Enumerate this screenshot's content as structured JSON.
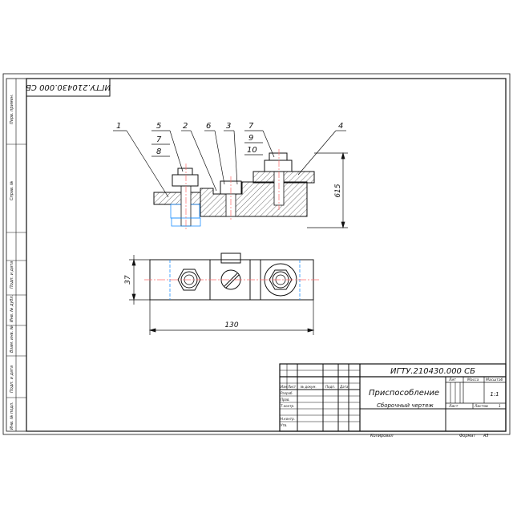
{
  "drawing": {
    "rotated_designation": "ИГТУ.210430.000 СБ",
    "callouts": [
      "1",
      "5",
      "7",
      "8",
      "2",
      "6",
      "3",
      "7",
      "9",
      "10",
      "4"
    ],
    "dimensions": {
      "height": "615",
      "width": "37",
      "length": "130"
    }
  },
  "side_strip": {
    "labels": [
      "Перв. примен.",
      "Справ. №",
      "Подп. и дата",
      "Инв. № дубл.",
      "Взам. инв. №",
      "Подп. и дата",
      "Инв. № подл."
    ]
  },
  "title_block": {
    "designation": "ИГТУ.210430.000 СБ",
    "name": "Приспособление",
    "doc_type": "Сборочный чертеж",
    "headers": [
      "Изм",
      "Лист",
      "№ докум.",
      "Подп.",
      "Дата"
    ],
    "roles": [
      "Разраб.",
      "Пров.",
      "Т.контр.",
      "Н.контр.",
      "Утв."
    ],
    "col_heads": [
      "Лит",
      "Масса",
      "Масштаб"
    ],
    "scale": "1:1",
    "sheet_label": "Лист",
    "sheets_label": "Листов",
    "sheets_value": "1"
  },
  "footer": {
    "copied": "Копировал",
    "format_label": "Формат",
    "format_value": "A3"
  },
  "colors": {
    "line": "#111111",
    "hidden": "#1e90ff",
    "axis": "#ff6b6b"
  }
}
